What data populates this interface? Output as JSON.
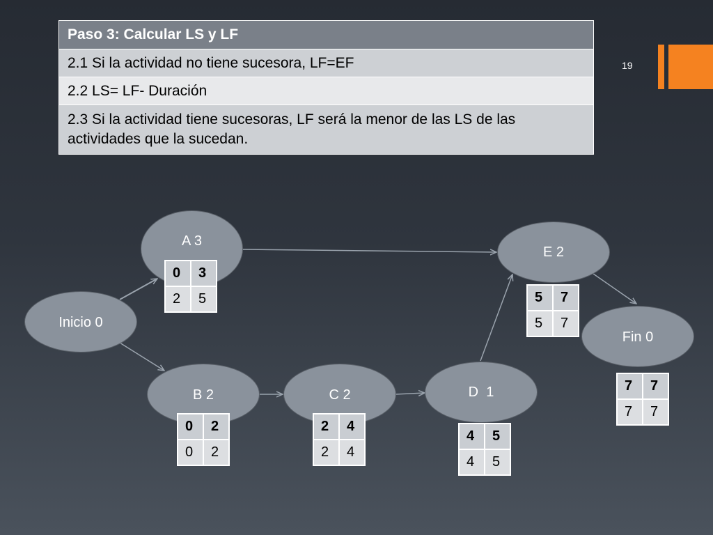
{
  "rules": {
    "header": "Paso 3: Calcular LS y LF",
    "rows": [
      "2.1 Si la actividad no tiene sucesora,  LF=EF",
      "2.2 LS= LF- Duración",
      "2.3 Si la actividad tiene sucesoras, LF será la menor de las LS de las actividades que la sucedan."
    ]
  },
  "slide_number": "19",
  "colors": {
    "accent": "#f58220",
    "node_fill": "#8a929c"
  },
  "nodes": {
    "inicio": {
      "label": "Inicio 0"
    },
    "a": {
      "label": "A 3",
      "es": "0",
      "ef": "3",
      "ls": "2",
      "lf": "5"
    },
    "b": {
      "label": "B 2",
      "es": "0",
      "ef": "2",
      "ls": "0",
      "lf": "2"
    },
    "c": {
      "label": "C 2",
      "es": "2",
      "ef": "4",
      "ls": "2",
      "lf": "4"
    },
    "d": {
      "label": "D  1",
      "es": "4",
      "ef": "5",
      "ls": "4",
      "lf": "5"
    },
    "e": {
      "label": "E 2",
      "es": "5",
      "ef": "7",
      "ls": "5",
      "lf": "7"
    },
    "fin": {
      "label": "Fin 0",
      "es": "7",
      "ef": "7",
      "ls": "7",
      "lf": "7"
    }
  },
  "edges": [
    {
      "from": "Inicio 0",
      "to": "A 3"
    },
    {
      "from": "Inicio 0",
      "to": "B 2"
    },
    {
      "from": "A 3",
      "to": "E 2"
    },
    {
      "from": "B 2",
      "to": "C 2"
    },
    {
      "from": "C 2",
      "to": "D  1"
    },
    {
      "from": "D  1",
      "to": "E 2"
    },
    {
      "from": "E 2",
      "to": "Fin 0"
    }
  ]
}
